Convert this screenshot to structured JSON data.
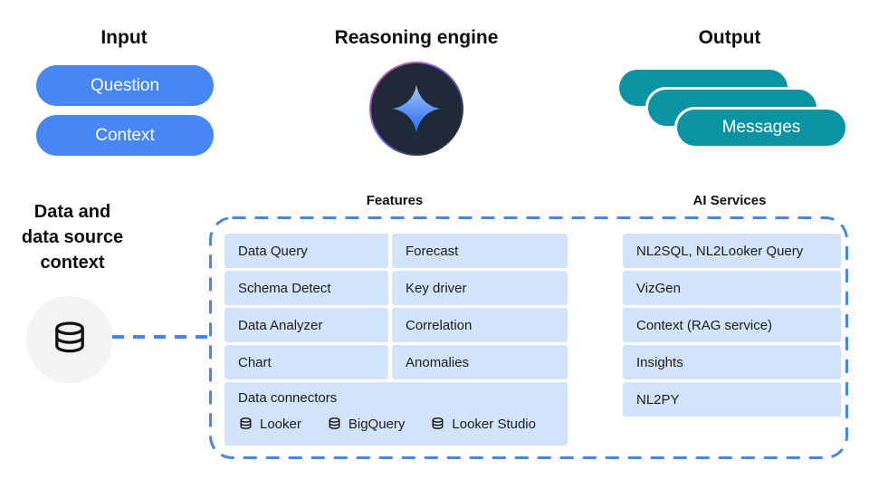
{
  "headers": {
    "input": "Input",
    "reasoning": "Reasoning engine",
    "output": "Output"
  },
  "input": {
    "pills": [
      "Question",
      "Context"
    ]
  },
  "output": {
    "front_label": "Messages"
  },
  "left": {
    "caption_lines": [
      "Data and",
      "data source",
      "context"
    ]
  },
  "features": {
    "label": "Features",
    "grid": [
      [
        "Data Query",
        "Forecast"
      ],
      [
        "Schema Detect",
        "Key driver"
      ],
      [
        "Data Analyzer",
        "Correlation"
      ],
      [
        "Chart",
        "Anomalies"
      ]
    ],
    "connectors": {
      "label": "Data connectors",
      "items": [
        "Looker",
        "BigQuery",
        "Looker Studio"
      ]
    }
  },
  "ai_services": {
    "label": "AI Services",
    "items": [
      "NL2SQL, NL2Looker Query",
      "VizGen",
      "Context (RAG service)",
      "Insights",
      "NL2PY"
    ]
  },
  "colors": {
    "google_blue": "#4285F4",
    "pill_blue": "#4687f4",
    "teal": "#0b93a3",
    "cell_blue": "#d2e4fc",
    "dark_circle": "#202938"
  }
}
